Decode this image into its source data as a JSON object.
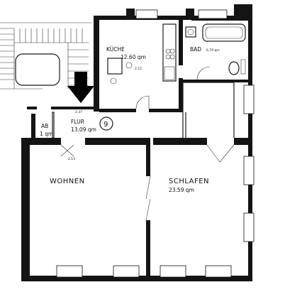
{
  "rooms": {
    "kueche": {
      "name": "KÜCHE",
      "area": "12.60 qm"
    },
    "bad": {
      "name": "BAD",
      "area": "6.79 qm"
    },
    "flur": {
      "name": "FLUR",
      "area": "13.09 qm"
    },
    "ab": {
      "name": "AB",
      "area": "1 qm"
    },
    "wohnen": {
      "name": "WOHNEN"
    },
    "schlafen": {
      "name": "SCHLAFEN",
      "area": "23.59 qm"
    }
  },
  "door_marks": {
    "flur_door": "2.37",
    "kueche_door": "2.15",
    "wohnen_door": "2.13"
  },
  "entrance_number": "9",
  "colors": {
    "wall": "#141414",
    "line": "#1a1a1a",
    "background": "#ffffff"
  },
  "icons": {
    "entrance_arrow": "arrow-down-icon"
  }
}
